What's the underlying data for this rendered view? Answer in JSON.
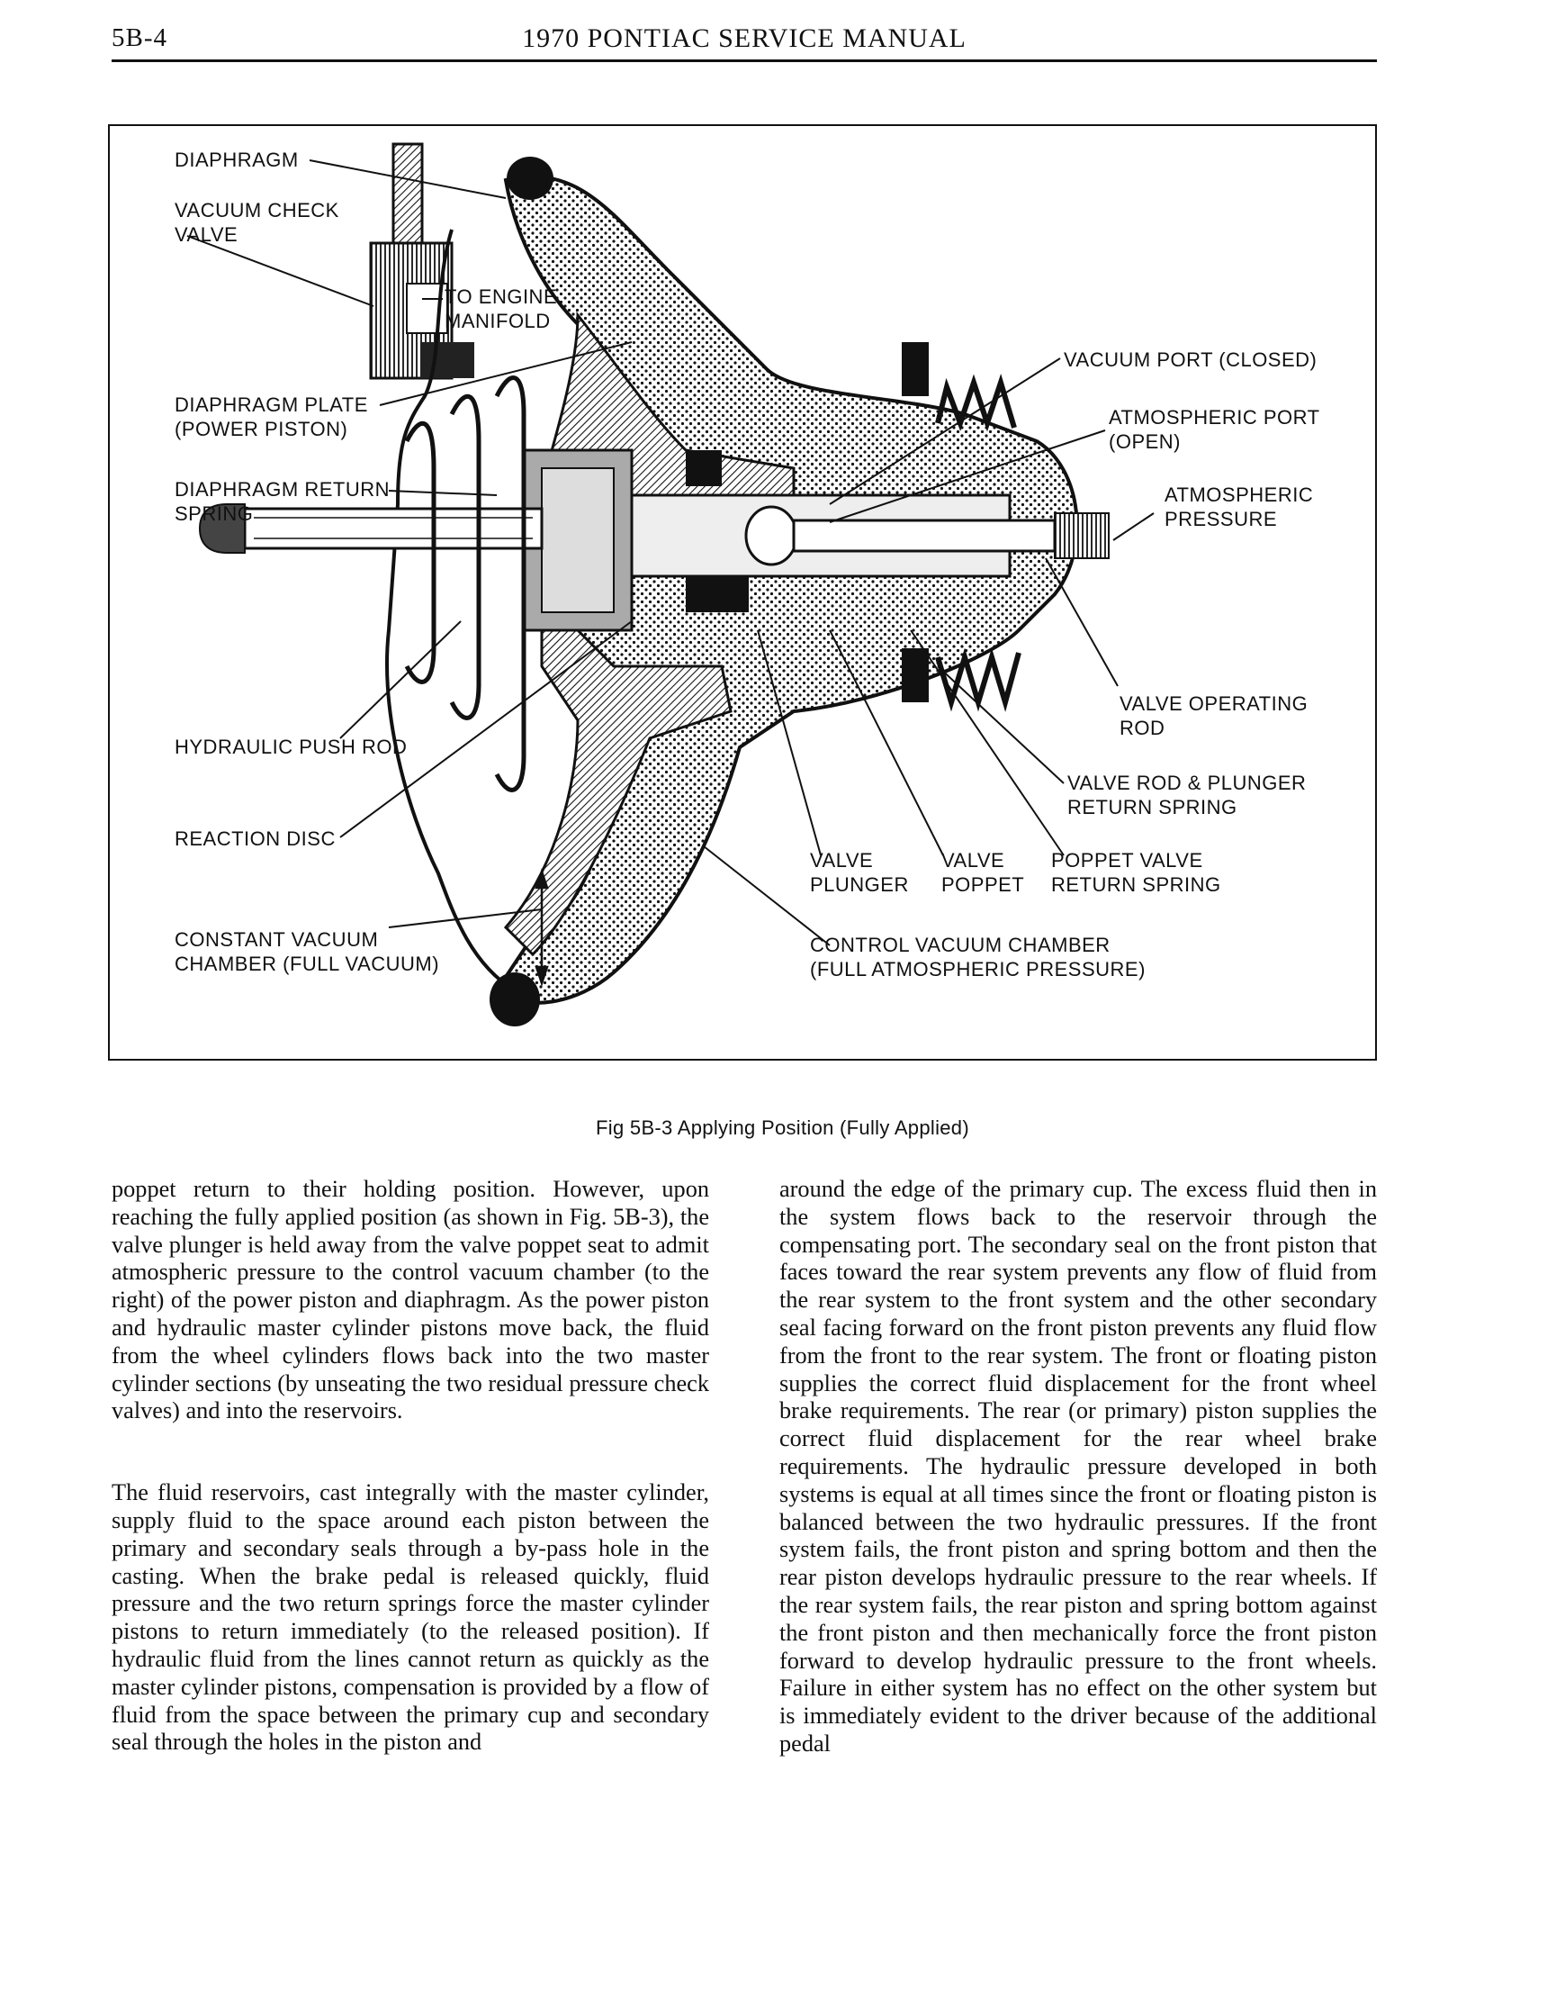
{
  "header": {
    "page_number": "5B-4",
    "manual_title": "1970 PONTIAC SERVICE MANUAL"
  },
  "figure": {
    "labels": {
      "diaphragm": "DIAPHRAGM",
      "vacuum_check_valve": "VACUUM CHECK\nVALVE",
      "to_engine_manifold": "TO ENGINE\nMANIFOLD",
      "diaphragm_plate": "DIAPHRAGM PLATE\n(POWER PISTON)",
      "diaphragm_return_spring": "DIAPHRAGM RETURN\nSPRING",
      "hydraulic_push_rod": "HYDRAULIC PUSH ROD",
      "reaction_disc": "REACTION DISC",
      "constant_vacuum_chamber": "CONSTANT VACUUM\nCHAMBER (FULL VACUUM)",
      "vacuum_port": "VACUUM PORT (CLOSED)",
      "atmospheric_port": "ATMOSPHERIC PORT\n(OPEN)",
      "atmospheric_pressure": "ATMOSPHERIC\nPRESSURE",
      "valve_operating_rod": "VALVE OPERATING\nROD",
      "valve_rod_plunger_spring": "VALVE ROD & PLUNGER\nRETURN SPRING",
      "valve_plunger": "VALVE\nPLUNGER",
      "valve_poppet": "VALVE\nPOPPET",
      "poppet_valve_return_spring": "POPPET VALVE\nRETURN SPRING",
      "control_vacuum_chamber": "CONTROL VACUUM CHAMBER\n(FULL ATMOSPHERIC PRESSURE)"
    },
    "caption": "Fig 5B-3 Applying Position (Fully Applied)"
  },
  "body": {
    "left_paragraph_1": "poppet return to their holding position. However, upon reaching the fully applied position (as shown in Fig. 5B-3), the valve plunger is held away from the valve poppet seat to admit atmospheric pressure to the control vacuum chamber (to the right) of the power piston and diaphragm. As the power piston and hydraulic master cylinder pistons move back, the fluid from the wheel cylinders flows back into the two master cylinder sections (by unseating the two residual pressure check valves) and into the reservoirs.",
    "left_paragraph_2": "The fluid reservoirs, cast integrally with the master cylinder, supply fluid to the space around each piston between the primary and secondary seals through a by-pass hole in the casting. When the brake pedal is released quickly, fluid pressure and the two return springs force the master cylinder pistons to return immediately (to the released position). If hydraulic fluid from the lines cannot return as quickly as the master cylinder pistons, compensation is provided by a flow of fluid from the space between the primary cup and secondary seal through the holes in the piston and",
    "right_paragraph_1": "around the edge of the primary cup. The excess fluid then in the system flows back to the reservoir through the compensating port. The secondary seal on the front piston that faces toward the rear system prevents any flow of fluid from the rear system to the front system and the other secondary seal facing forward on the front piston prevents any fluid flow from the front to the rear system. The front or floating piston supplies the correct fluid displacement for the front wheel brake requirements. The rear (or primary) piston supplies the correct fluid displacement for the rear wheel brake requirements. The hydraulic pressure developed in both systems is equal at all times since the front or floating piston is balanced between the two hydraulic pressures. If the front system fails, the front piston and spring bottom and then the rear piston develops hydraulic pressure to the rear wheels. If the rear system fails, the rear piston and spring bottom against the front piston and then mechanically force the front piston forward to develop hydraulic pressure to the front wheels. Failure in either system has no effect on the other system but is immediately evident to the driver because of the additional pedal"
  }
}
